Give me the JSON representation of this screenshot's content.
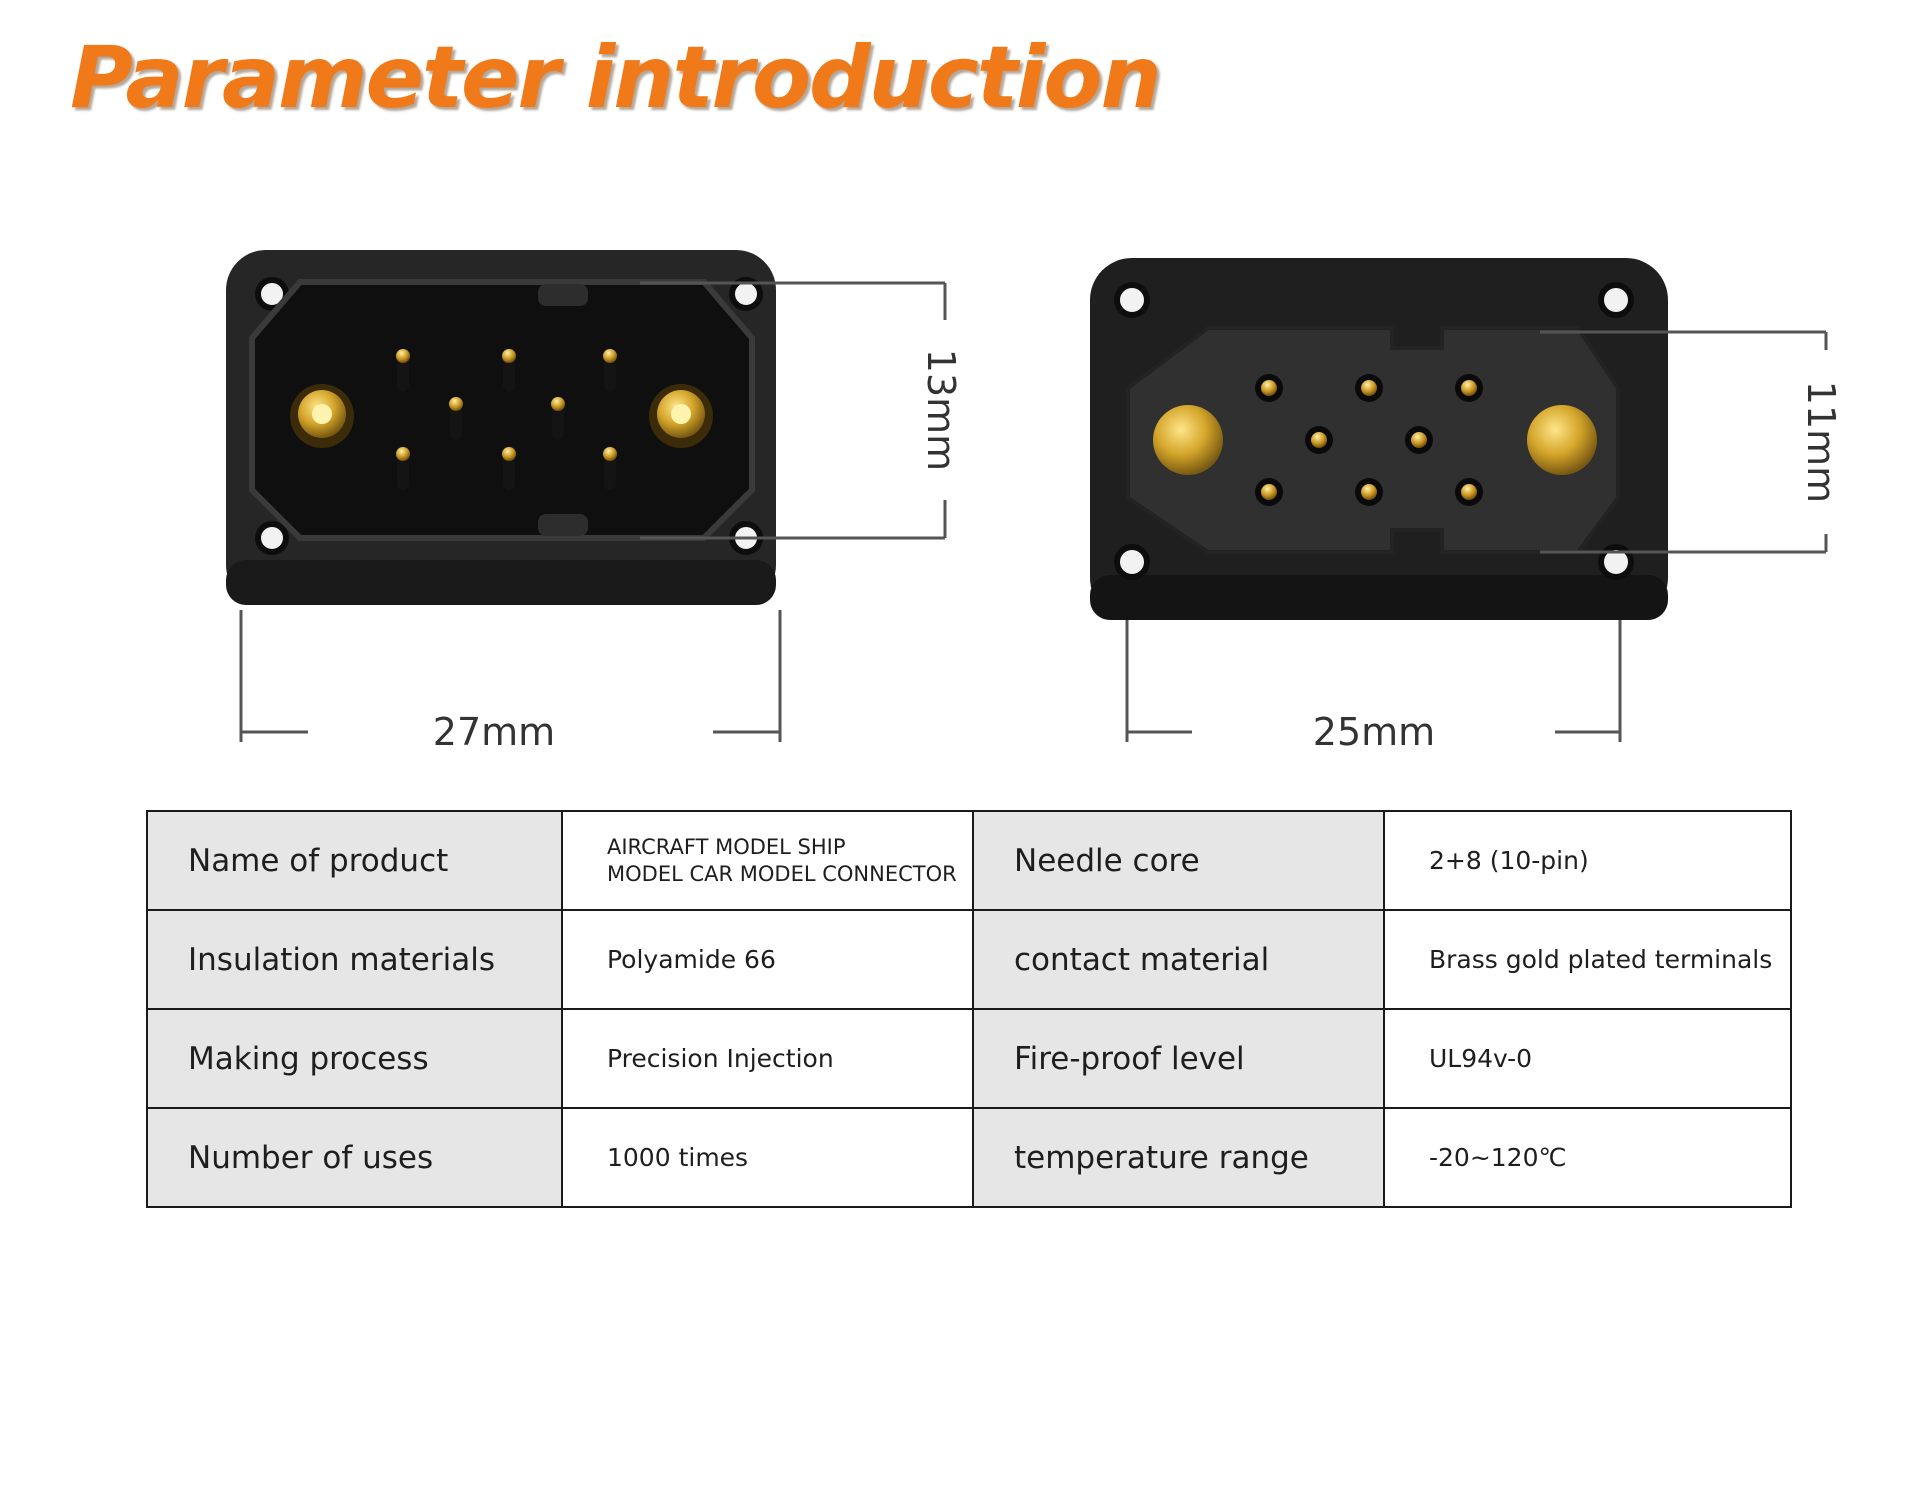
{
  "title": "Parameter introduction",
  "dimensions": {
    "left_width": "27mm",
    "left_height": "13mm",
    "right_width": "25mm",
    "right_height": "11mm"
  },
  "colors": {
    "title": "#f07a1a",
    "connector_body": "#1f1f1f",
    "gold": "#d4a52a",
    "table_key_bg": "#e6e6e6"
  },
  "specs": [
    {
      "key": "Name of product",
      "value_lines": [
        "AIRCRAFT MODEL SHIP",
        "MODEL CAR MODEL CONNECTOR"
      ],
      "key2": "Needle core",
      "value2": "2+8 (10-pin)"
    },
    {
      "key": "Insulation materials",
      "value_lines": [
        "Polyamide 66"
      ],
      "key2": "contact material",
      "value2": "Brass gold plated terminals"
    },
    {
      "key": "Making process",
      "value_lines": [
        "Precision Injection"
      ],
      "key2": "Fire-proof level",
      "value2": "UL94v-0"
    },
    {
      "key": "Number of uses",
      "value_lines": [
        "1000 times"
      ],
      "key2": "temperature range",
      "value2": "-20~120℃"
    }
  ]
}
